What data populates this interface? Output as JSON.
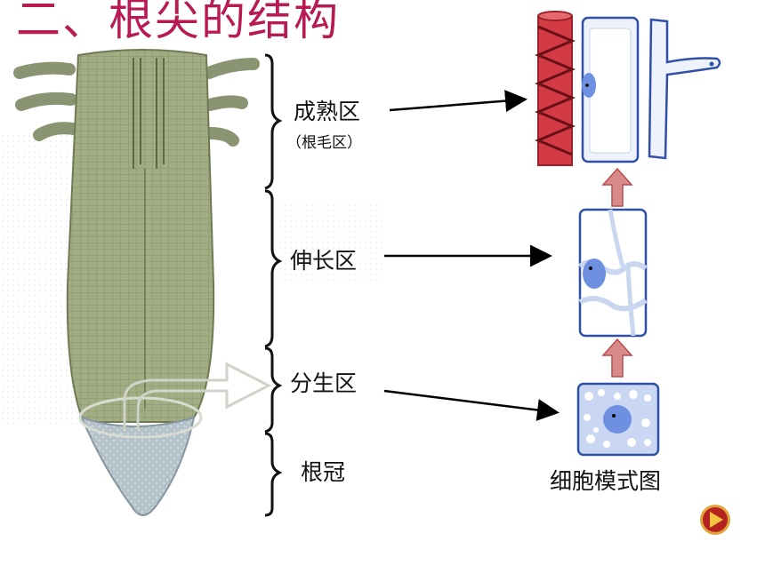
{
  "title": "二、根尖的结构",
  "zones": [
    {
      "label": "成熟区",
      "sublabel": "（根毛区）"
    },
    {
      "label": "伸长区"
    },
    {
      "label": "分生区"
    },
    {
      "label": "根冠"
    }
  ],
  "caption": "细胞模式图",
  "colors": {
    "title": "#b81a52",
    "root_tissue": "#9aa57a",
    "root_cap": "#b9c7d0",
    "cell_fill": "#eef3fb",
    "cell_border": "#2f4fa8",
    "nucleus": "#6f8fe0",
    "vessel": "#d0303c",
    "growth_arrow": "#c45a5a"
  },
  "icons": {
    "play_button": "play-button-icon"
  }
}
